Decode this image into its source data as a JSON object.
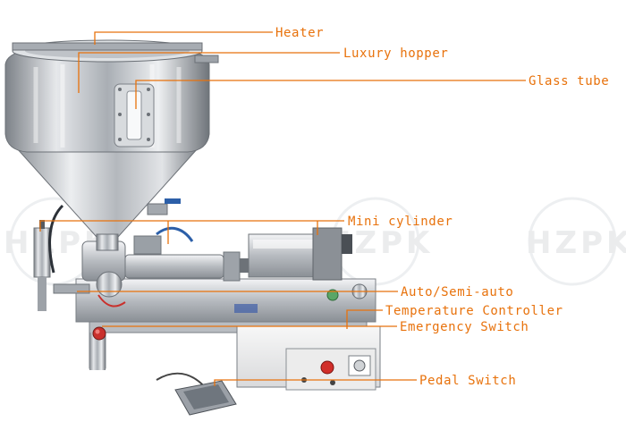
{
  "watermark": {
    "text": "HZPK"
  },
  "colors": {
    "label": "#e8720c",
    "steel": "#c9ccd1",
    "panel": "#f2f2f2"
  },
  "labels": {
    "heater": "Heater",
    "luxury_hopper": "Luxury hopper",
    "glass_tube": "Glass tube",
    "mini_cylinder": "Mini cylinder",
    "auto_semi_auto": "Auto/Semi-auto",
    "temperature_controller": "Temperature Controller",
    "emergency_switch": "Emergency Switch",
    "pedal_switch": "Pedal Switch"
  }
}
